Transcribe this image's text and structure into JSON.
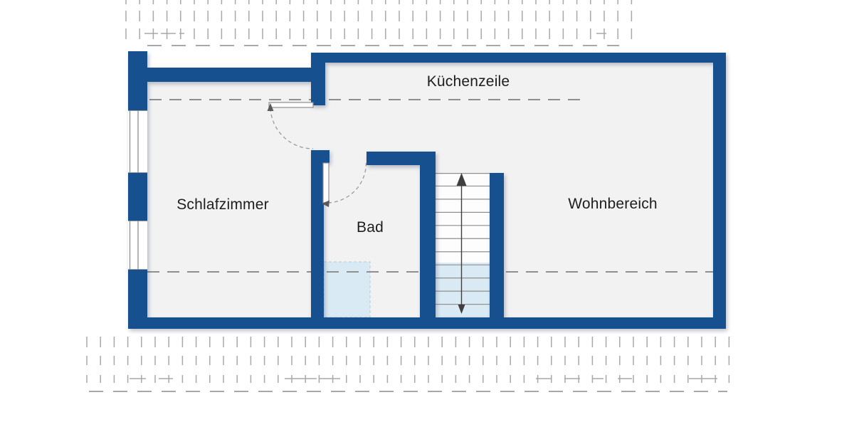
{
  "rooms": {
    "schlafzimmer": {
      "label": "Schlafzimmer"
    },
    "kueche": {
      "label": "Küchenzeile"
    },
    "bad": {
      "label": "Bad"
    },
    "wohnbereich": {
      "label": "Wohnbereich"
    }
  },
  "stairs": {
    "steps": 11,
    "arrow": "both-directions"
  },
  "doors": [
    "schlafzimmer-door",
    "bad-door"
  ],
  "windows": [
    "left-wall-window-upper",
    "left-wall-window-lower"
  ],
  "colors": {
    "wall": "#17508f",
    "floor": "#f2f2f2",
    "tint": "#daeaf4",
    "dash": "#8f8f8f",
    "tick": "#a8a8a8",
    "tread": "#8f8f8f",
    "arrow": "#3f3f3f",
    "door": "#8f8f8f",
    "label": "#1d1d1d"
  }
}
